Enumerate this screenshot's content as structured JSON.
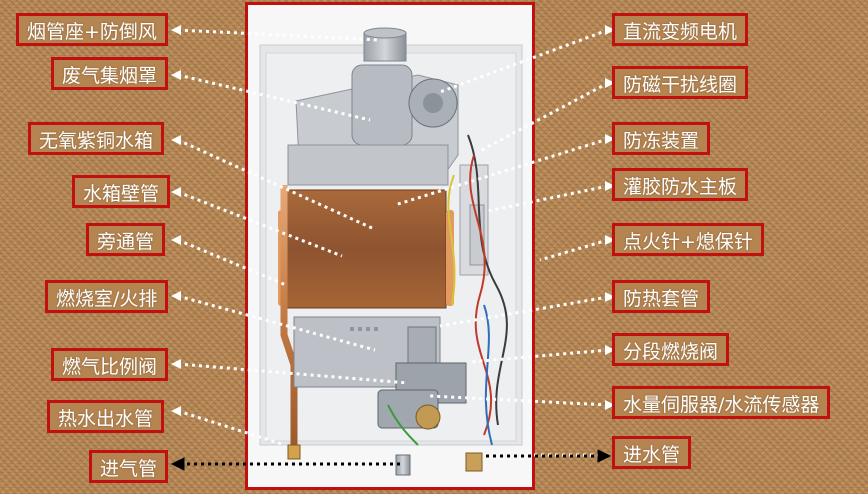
{
  "labels": {
    "left": [
      "烟管座+防倒风",
      "废气集烟罩",
      "无氧紫铜水箱",
      "水箱壁管",
      "旁通管",
      "燃烧室/火排",
      "燃气比例阀",
      "热水出水管",
      "进气管"
    ],
    "right": [
      "直流变频电机",
      "防磁干扰线圈",
      "防冻装置",
      "灌胶防水主板",
      "点火针+熄保针",
      "防热套管",
      "分段燃烧阀",
      "水量伺服器/水流传感器",
      "进水管"
    ]
  },
  "colors": {
    "background": "#b98a58",
    "label_border": "#c01010",
    "label_text": "#ffffff",
    "copper": "#b8703a",
    "frame_border": "#c01010"
  }
}
